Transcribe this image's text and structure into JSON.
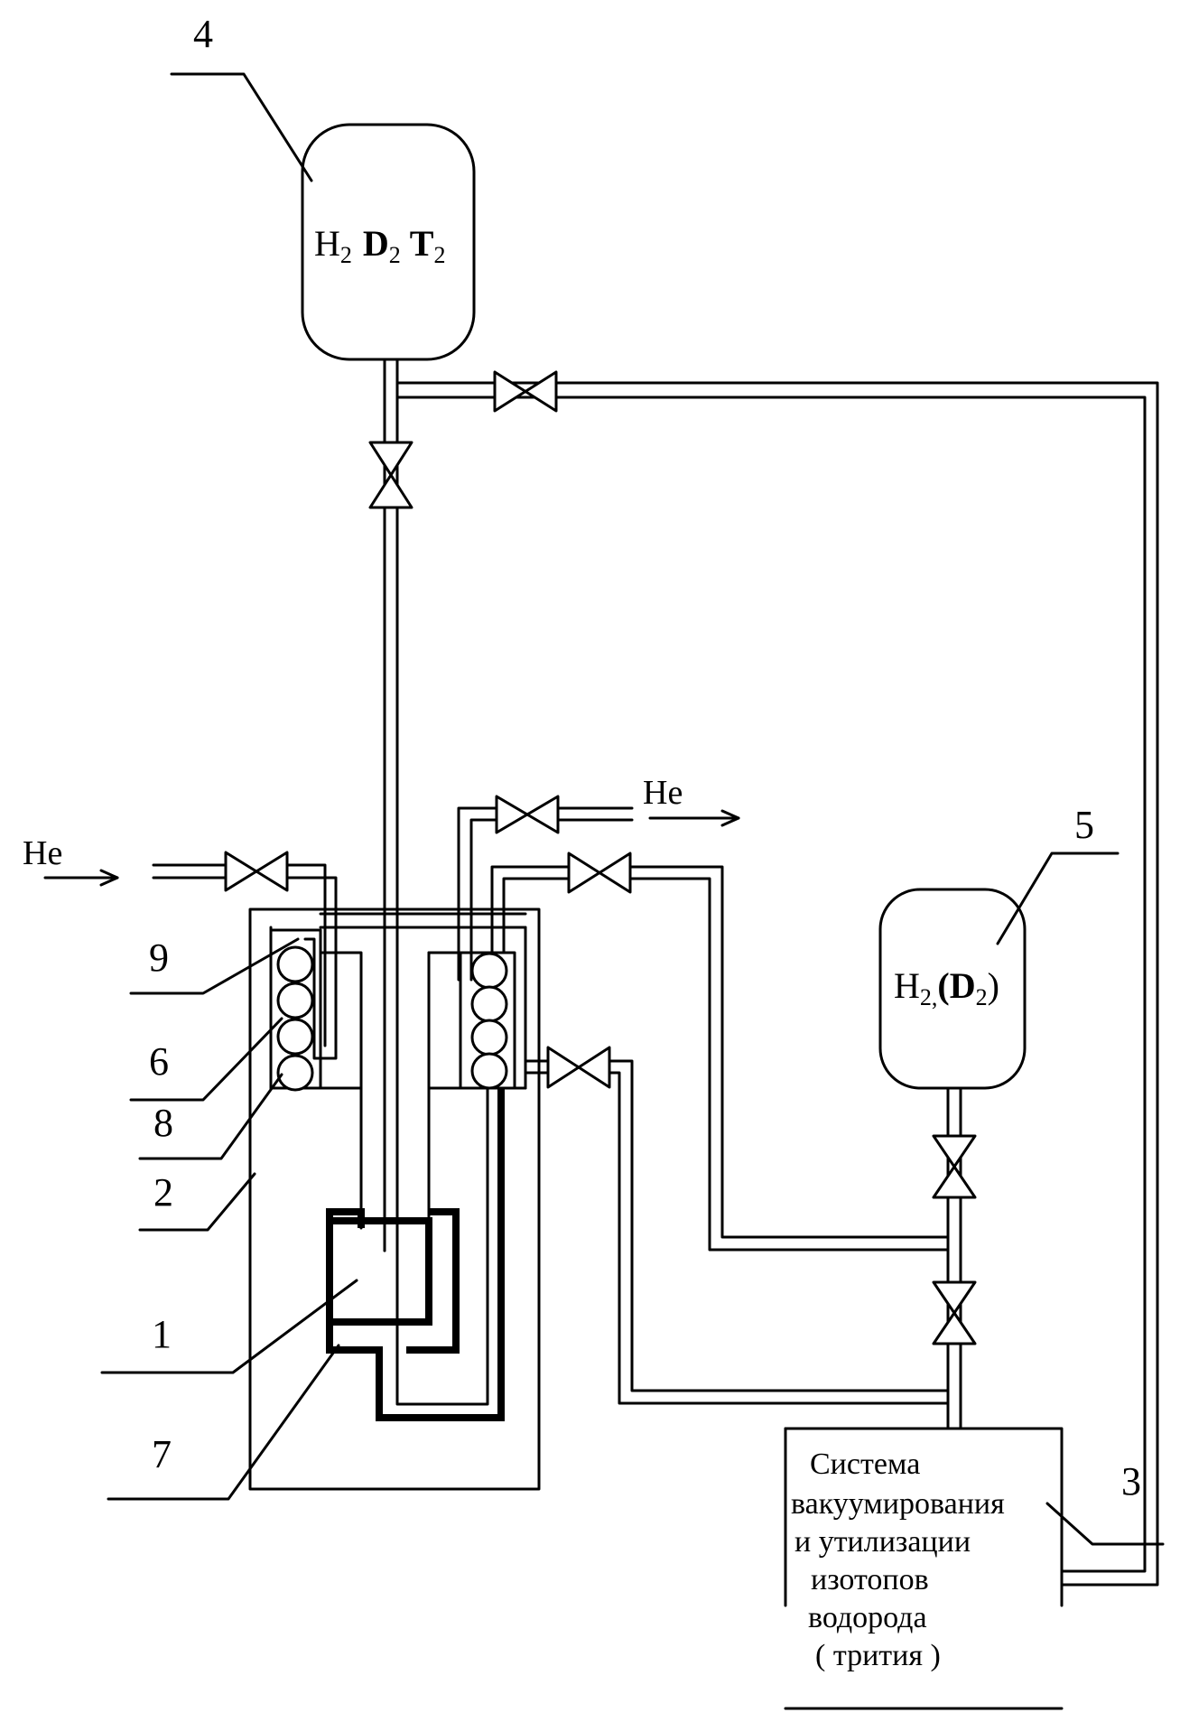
{
  "labels": {
    "n1": "1",
    "n2": "2",
    "n3": "3",
    "n4": "4",
    "n5": "5",
    "n6": "6",
    "n7": "7",
    "n8": "8",
    "n9": "9"
  },
  "gas": {
    "he_in": "He",
    "he_out": "He"
  },
  "tank4": {
    "h": "H",
    "h_sub": "2",
    "d": "D",
    "d_sub": "2",
    "t": "T",
    "t_sub": "2"
  },
  "tank5": {
    "h": "H",
    "h_sub": "2,",
    "d_open": "(D",
    "d_sub": "2",
    "d_close": ")"
  },
  "system": {
    "line1": "Система",
    "line2": "вакуумирования",
    "line3": "и утилизации",
    "line4": "изотопов",
    "line5": "водорода",
    "line6": "( трития )"
  }
}
